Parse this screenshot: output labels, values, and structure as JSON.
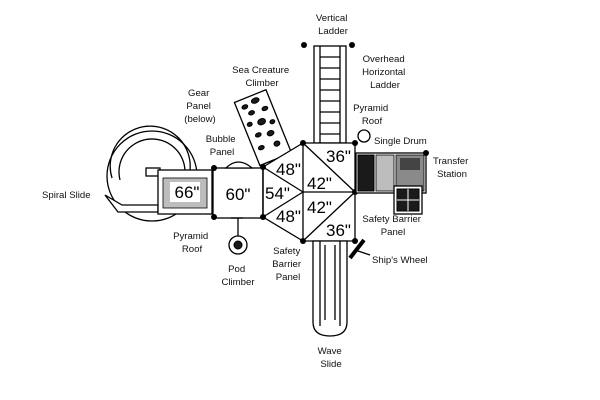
{
  "labels": {
    "vertical_ladder": [
      "Vertical",
      "Ladder"
    ],
    "overhead_ladder": [
      "Overhead",
      "Horizontal",
      "Ladder"
    ],
    "sea_creature": [
      "Sea Creature",
      "Climber"
    ],
    "gear_panel": [
      "Gear",
      "Panel",
      "(below)"
    ],
    "pyramid_roof_top": [
      "Pyramid",
      "Roof"
    ],
    "single_drum": [
      "Single Drum"
    ],
    "bubble_panel": [
      "Bubble",
      "Panel"
    ],
    "transfer_station": [
      "Transfer",
      "Station"
    ],
    "spiral_slide": [
      "Spiral Slide"
    ],
    "safety_barrier_right": [
      "Safety Barrier",
      "Panel"
    ],
    "pyramid_roof_left": [
      "Pyramid",
      "Roof"
    ],
    "ships_wheel": [
      "Ship's Wheel"
    ],
    "safety_barrier_left": [
      "Safety",
      "Barrier",
      "Panel"
    ],
    "pod_climber": [
      "Pod",
      "Climber"
    ],
    "wave_slide": [
      "Wave",
      "Slide"
    ]
  },
  "dimensions": {
    "deck_66": "66\"",
    "deck_60": "60\"",
    "tri_48_top": "48\"",
    "tri_54": "54\"",
    "tri_48_bottom": "48\"",
    "tri_36_top": "36\"",
    "tri_42_top": "42\"",
    "tri_42_bottom": "42\"",
    "tri_36_bottom": "36\""
  }
}
